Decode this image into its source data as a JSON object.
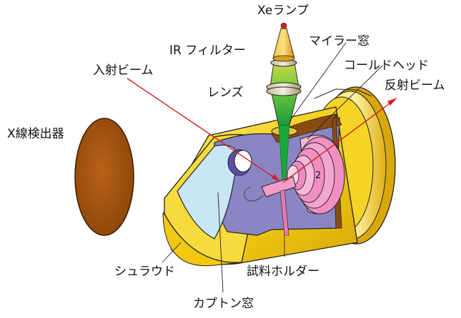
{
  "labels": {
    "xe_lamp": "Xeランプ",
    "ir_filter": "IR フィルター",
    "mylar_window": "マイラー窓",
    "incident_beam": "入射ビーム",
    "cold_head": "コールドヘッド",
    "lens": "レンズ",
    "reflected_beam": "反射ビーム",
    "xray_detector": "X線検出器",
    "shroud": "シュラウド",
    "sample_holder": "試料ホルダー",
    "kapton_window": "カプトン窓",
    "number_2": "2"
  },
  "colors": {
    "detector": "#a0530e",
    "shroud": "#f4d21a",
    "chamber": "#8a86c4",
    "kapton": "#c8e6f5",
    "cold_head": "#ef8fc2",
    "beam_green": "#49c034",
    "beam_red": "#d41f1f",
    "lamp": "#f0a92a"
  }
}
